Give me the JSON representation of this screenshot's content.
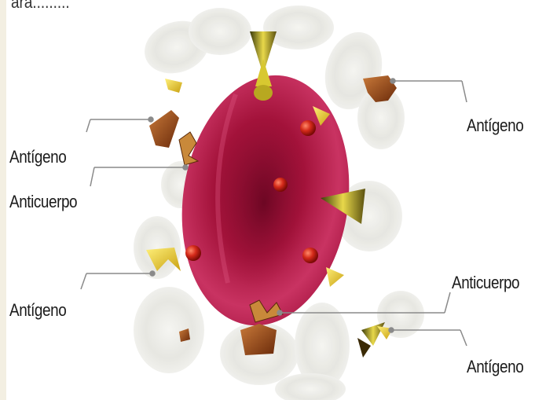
{
  "top_fragment": "ara.........",
  "labels": {
    "left_antigen_top": "Antígeno",
    "left_antibody": "Anticuerpo",
    "left_antigen_bottom": "Antígeno",
    "right_antigen_top": "Antígeno",
    "right_antibody": "Anticuerpo",
    "right_antigen_bottom": "Antígeno"
  },
  "colors": {
    "cell_red": "#a3123a",
    "antigen_brown": "#9a4a1c",
    "antigen_yellow": "#e8c21a",
    "leader_line": "#8a8a8a",
    "bg_cells": "#e6e6e0"
  }
}
